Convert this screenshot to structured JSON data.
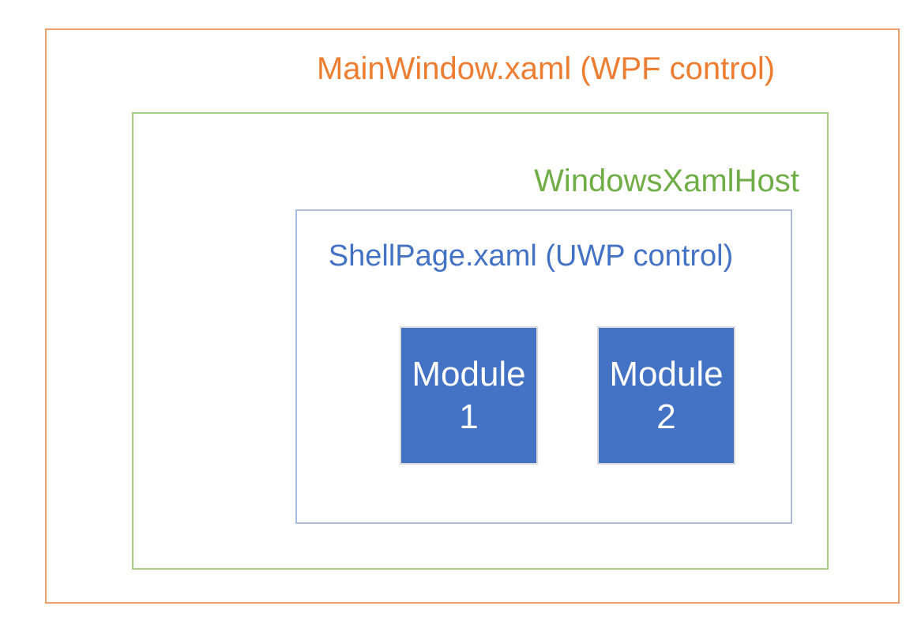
{
  "palette": {
    "orange_text": "#ED7D31",
    "orange_border": "#F2A06B",
    "green_text": "#70AD47",
    "green_border": "#A3CF87",
    "blue_text": "#4472C4",
    "shellpage_border": "#A9BCE2",
    "module_fill": "#4472C4",
    "module_border": "#D9D9D9",
    "module_text": "#FFFFFF",
    "background": "#FFFFFF"
  },
  "diagram": {
    "mainwindow": {
      "label": "MainWindow.xaml (WPF control)"
    },
    "xamlhost": {
      "label": "WindowsXamlHost"
    },
    "shellpage": {
      "label": "ShellPage.xaml (UWP control)"
    },
    "modules": [
      {
        "name": "Module",
        "number": "1"
      },
      {
        "name": "Module",
        "number": "2"
      }
    ]
  }
}
